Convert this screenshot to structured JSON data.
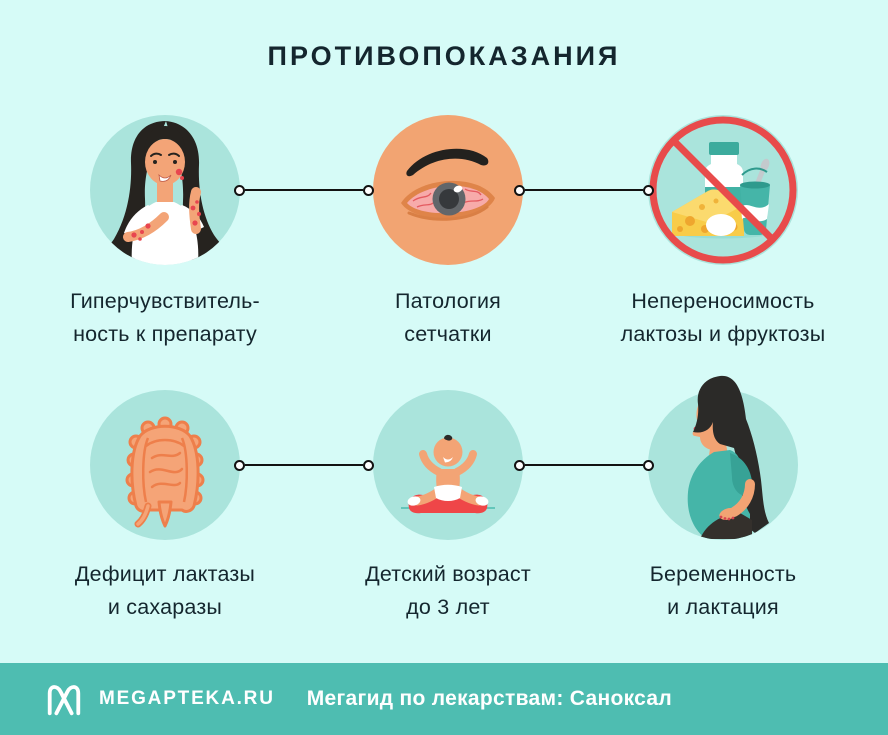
{
  "title": "ПРОТИВОПОКАЗАНИЯ",
  "items": [
    {
      "id": "hypersensitivity",
      "icon": "rash-woman-illustration",
      "label_line1": "Гиперчувствитель-",
      "label_line2": "ность к препарату"
    },
    {
      "id": "retina-pathology",
      "icon": "irritated-eye-illustration",
      "label_line1": "Патология",
      "label_line2": "сетчатки"
    },
    {
      "id": "lactose-intolerance",
      "icon": "dairy-prohibited-illustration",
      "label_line1": "Непереносимость",
      "label_line2": "лактозы и фруктозы"
    },
    {
      "id": "lactase-deficiency",
      "icon": "intestines-illustration",
      "label_line1": "Дефицит лактазы",
      "label_line2": "и сахаразы"
    },
    {
      "id": "child-age",
      "icon": "baby-illustration",
      "label_line1": "Детский возраст",
      "label_line2": "до 3 лет"
    },
    {
      "id": "pregnancy",
      "icon": "pregnant-woman-illustration",
      "label_line1": "Беременность",
      "label_line2": "и лактация"
    }
  ],
  "footer": {
    "brand": "MEGAPTEKA.RU",
    "tagline": "Мегагид по лекарствам: Саноксал"
  },
  "colors": {
    "background": "#d6fbf7",
    "circle_background": "#aae4dc",
    "footer_teal": "#4ebdb1",
    "text_dark": "#14262e",
    "alert_red": "#e84b4b",
    "orange_circle": "#f2a472",
    "skin": "#f3a477",
    "teal_accent": "#45b5a8",
    "cheese_yellow": "#f8cc49",
    "hair_dark": "#26231f"
  }
}
